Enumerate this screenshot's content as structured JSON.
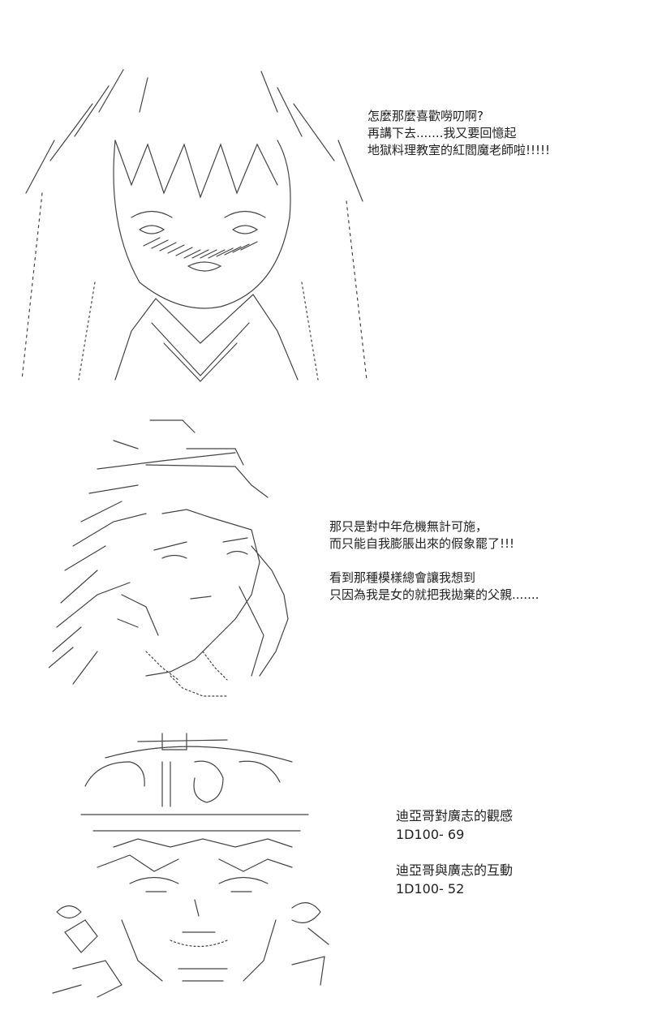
{
  "panels": [
    {
      "lines": [
        "怎麼那麼喜歡嘮叨啊?",
        "再講下去.......我又要回憶起",
        "地獄料理教室的紅閻魔老師啦!!!!!"
      ]
    },
    {
      "lines": [
        "那只是對中年危機無計可施，",
        "而只能自我膨脹出來的假象罷了!!!",
        "",
        "看到那種模樣總會讓我想到",
        "只因為我是女的就把我拋棄的父親......."
      ]
    },
    {
      "lines": [
        "迪亞哥對廣志的觀感",
        "1D100- 69",
        "",
        "迪亞哥與廣志的互動",
        "1D100- 52"
      ]
    }
  ]
}
